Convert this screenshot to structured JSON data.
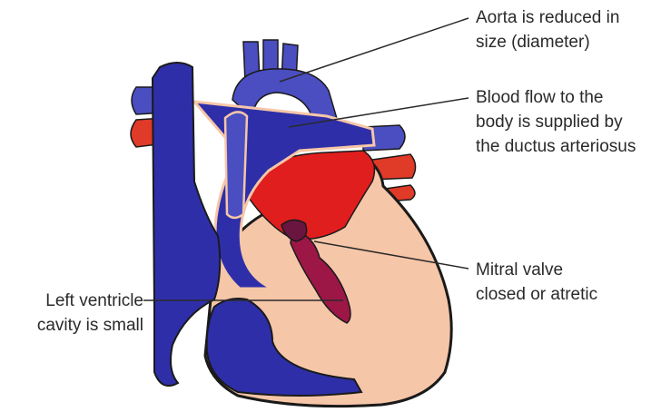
{
  "labels": {
    "aorta": {
      "line1": "Aorta is reduced in",
      "line2": "size (diameter)"
    },
    "ductus": {
      "line1": "Blood flow to the",
      "line2": "body is supplied by",
      "line3": "the ductus arteriosus"
    },
    "mitral": {
      "line1": "Mitral valve",
      "line2": "closed or atretic"
    },
    "left_ventricle": {
      "line1": "Left ventricle",
      "line2": "cavity is small"
    }
  },
  "colors": {
    "deoxygenated_blue": "#2e2fa8",
    "vessel_blue": "#4a4ec0",
    "oxygenated_red": "#e01e1e",
    "artery_red": "#d83a2a",
    "myocardium": "#f6c6a8",
    "left_ventricle_maroon": "#9c1746",
    "outline": "#1a1a1a"
  }
}
